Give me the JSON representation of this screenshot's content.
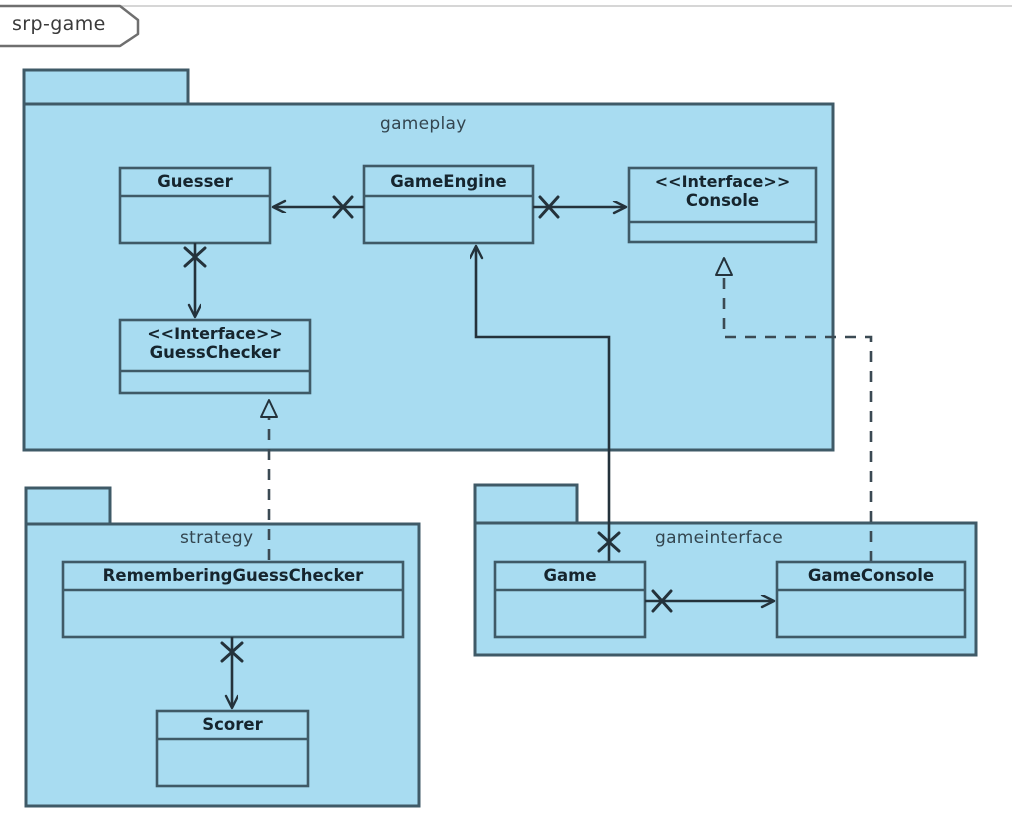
{
  "diagram": {
    "frame_label": "srp-game",
    "type": "uml-package-diagram",
    "colors": {
      "package_fill": "#a8dcf1",
      "class_fill": "#a8dcf1",
      "stroke": "#3f5a67",
      "line": "#24323b",
      "background": "#ffffff",
      "frame_stroke": "#6f6f6f"
    }
  },
  "packages": [
    {
      "id": "gameplay",
      "label": "gameplay",
      "classes": [
        {
          "id": "guesser",
          "name": "Guesser",
          "stereotype": ""
        },
        {
          "id": "gameengine",
          "name": "GameEngine",
          "stereotype": ""
        },
        {
          "id": "console",
          "name": "Console",
          "stereotype": "<<Interface>>"
        },
        {
          "id": "guesschecker",
          "name": "GuessChecker",
          "stereotype": "<<Interface>>"
        }
      ]
    },
    {
      "id": "strategy",
      "label": "strategy",
      "classes": [
        {
          "id": "rememberingguesschecker",
          "name": "RememberingGuessChecker",
          "stereotype": ""
        },
        {
          "id": "scorer",
          "name": "Scorer",
          "stereotype": ""
        }
      ]
    },
    {
      "id": "gameinterface",
      "label": "gameinterface",
      "classes": [
        {
          "id": "game",
          "name": "Game",
          "stereotype": ""
        },
        {
          "id": "gameconsole",
          "name": "GameConsole",
          "stereotype": ""
        }
      ]
    }
  ],
  "relationships": [
    {
      "id": "rel-gameengine-guesser",
      "from": "GameEngine",
      "to": "Guesser",
      "kind": "dependency-crossed"
    },
    {
      "id": "rel-gameengine-console",
      "from": "GameEngine",
      "to": "Console",
      "kind": "dependency-crossed"
    },
    {
      "id": "rel-guesser-guesschecker",
      "from": "Guesser",
      "to": "GuessChecker",
      "kind": "dependency-crossed"
    },
    {
      "id": "rel-rgc-scorer",
      "from": "RememberingGuessChecker",
      "to": "Scorer",
      "kind": "dependency-crossed"
    },
    {
      "id": "rel-game-gameconsole",
      "from": "Game",
      "to": "GameConsole",
      "kind": "dependency-crossed"
    },
    {
      "id": "rel-game-gameengine",
      "from": "Game",
      "to": "GameEngine",
      "kind": "dependency-crossed"
    },
    {
      "id": "rel-rgc-guesschecker",
      "from": "RememberingGuessChecker",
      "to": "GuessChecker",
      "kind": "realization"
    },
    {
      "id": "rel-gameconsole-console",
      "from": "GameConsole",
      "to": "Console",
      "kind": "realization"
    }
  ]
}
